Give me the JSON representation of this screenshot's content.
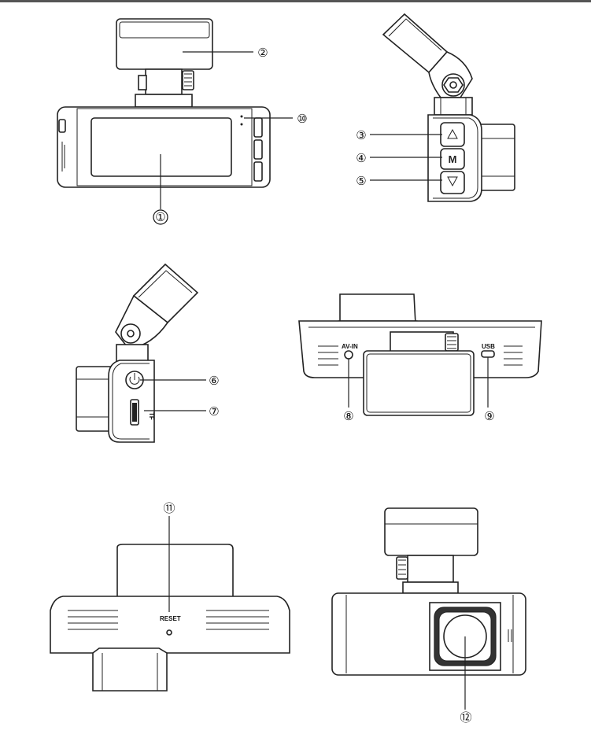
{
  "callouts": {
    "c1": "①",
    "c2": "②",
    "c3": "③",
    "c4": "④",
    "c5": "⑤",
    "c6": "⑥",
    "c7": "⑦",
    "c8": "⑧",
    "c9": "⑨",
    "c10": "⑩",
    "c11": "⑪",
    "c12": "⑫"
  },
  "labels": {
    "av_in": "AV-IN",
    "usb": "USB",
    "reset": "RESET",
    "tf": "TF",
    "menu_button": "M"
  },
  "icons": {
    "up": "triangle-up-icon",
    "down": "triangle-down-icon",
    "power": "power-icon"
  },
  "colors": {
    "line": "#222222",
    "background": "#ffffff"
  }
}
